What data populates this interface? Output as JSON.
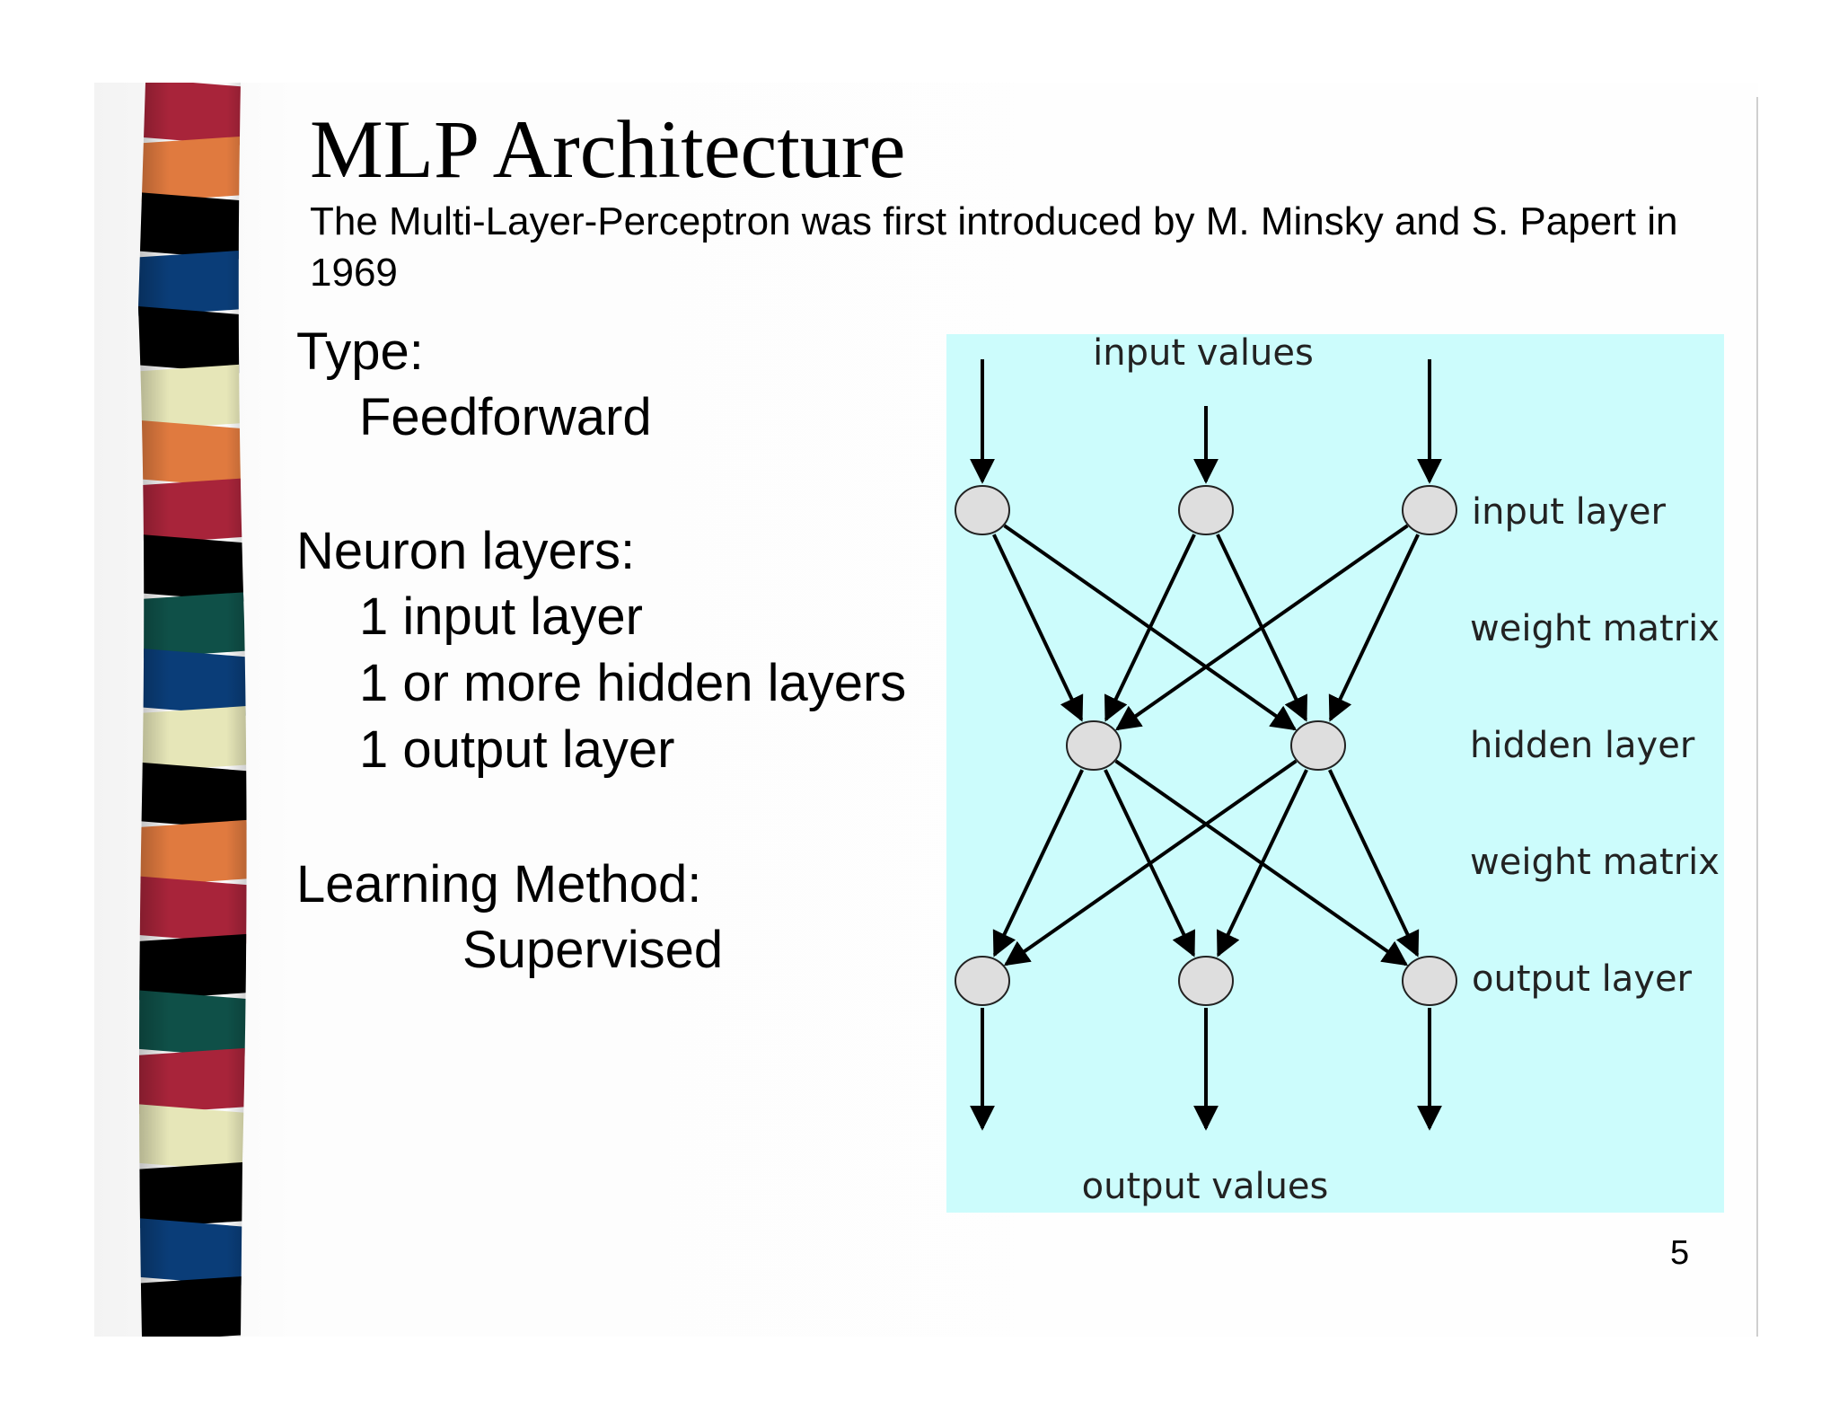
{
  "slide": {
    "title": "MLP Architecture",
    "subtitle": "The Multi-Layer-Perceptron was first introduced by M. Minsky and S. Papert in 1969",
    "type_heading": "Type:",
    "type_value": "Feedforward",
    "layers_heading": "Neuron layers:",
    "layers_items": [
      "1 input layer",
      "1 or more hidden layers",
      "1 output layer"
    ],
    "learning_heading": "Learning Method:",
    "learning_value": "Supervised",
    "page_number": "5"
  },
  "diagram": {
    "top_label": "input values",
    "bottom_label": "output values",
    "layer_labels": [
      "input layer",
      "weight matrix 1",
      "hidden layer",
      "weight matrix 2",
      "output layer"
    ],
    "input_node_count": 3,
    "hidden_node_count": 2,
    "output_node_count": 3,
    "colors": {
      "background": "#ccfcfc",
      "node_fill": "#dedede",
      "node_stroke": "#222222",
      "arrow": "#000000"
    }
  },
  "stripe_colors": [
    "#a8243a",
    "#e07a3f",
    "#000000",
    "#0a3d78",
    "#000000",
    "#e6e6b8",
    "#e07a3f",
    "#a8243a",
    "#000000",
    "#0f5048",
    "#0a3d78",
    "#e6e6b8",
    "#000000",
    "#e07a3f",
    "#a8243a",
    "#000000",
    "#0f5048",
    "#a8243a",
    "#e6e6b8",
    "#000000",
    "#0a3d78",
    "#000000"
  ]
}
